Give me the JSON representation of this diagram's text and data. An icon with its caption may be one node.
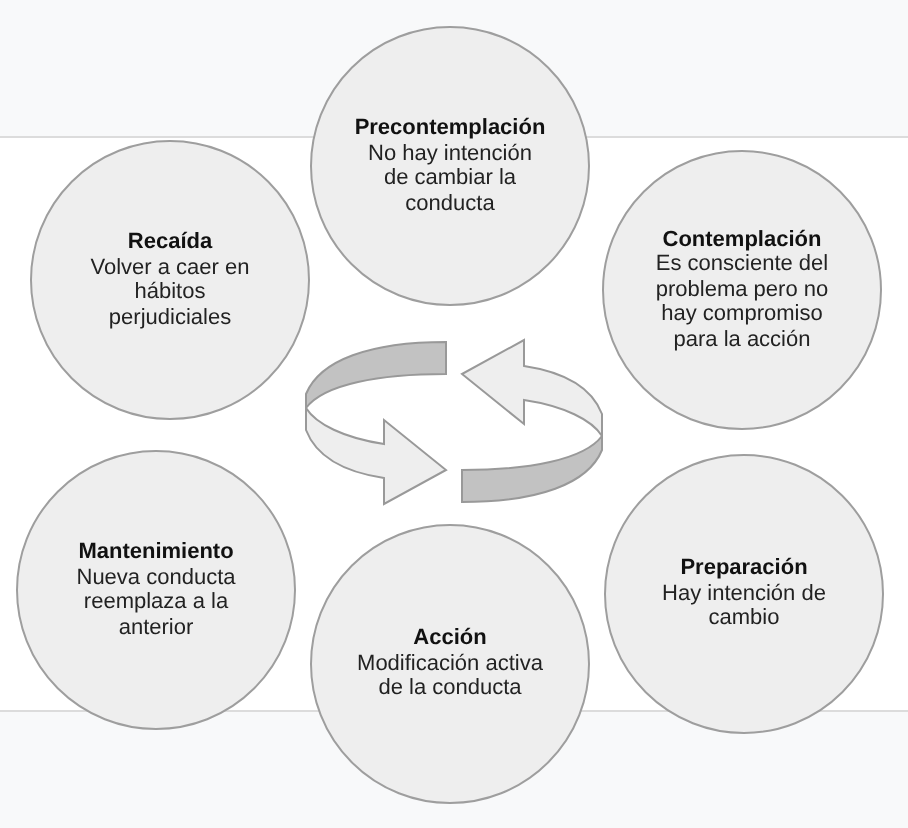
{
  "diagram": {
    "nodes": [
      {
        "text": [
          "Precontemplación",
          "No hay intención de cambiar la conducta"
        ]
      },
      {
        "text": [
          "Contemplación",
          "Es consciente del problema pero no hay compromiso para la acción"
        ]
      },
      {
        "text": [
          "Preparación",
          "Hay intención de cambio"
        ]
      },
      {
        "text": [
          "Acción",
          "Modificación activa de la conducta"
        ]
      },
      {
        "text": [
          "Mantenimiento",
          "Nueva conducta reemplaza a la anterior"
        ]
      },
      {
        "text": [
          "Recaída",
          "Volver a caer en hábitos perjudiciales"
        ]
      }
    ]
  }
}
